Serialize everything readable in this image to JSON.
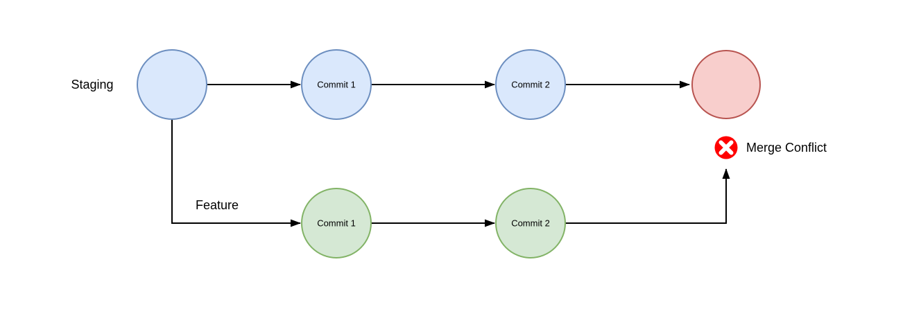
{
  "diagram": {
    "background": "#ffffff",
    "edge_color": "#000000",
    "branches": {
      "staging": {
        "label": "Staging",
        "node_fill": "#dae8fc",
        "node_stroke": "#6c8ebf",
        "commits": [
          "Commit 1",
          "Commit 2"
        ]
      },
      "feature": {
        "label": "Feature",
        "node_fill": "#d5e8d4",
        "node_stroke": "#82b366",
        "commits": [
          "Commit 1",
          "Commit 2"
        ]
      }
    },
    "merge_node": {
      "fill": "#f8cecc",
      "stroke": "#b85450"
    },
    "conflict": {
      "label": "Merge Conflict",
      "text_color": "#990000",
      "icon": "error-cross-icon",
      "icon_fill": "#ff0000",
      "icon_cross_color": "#ffffff"
    }
  }
}
